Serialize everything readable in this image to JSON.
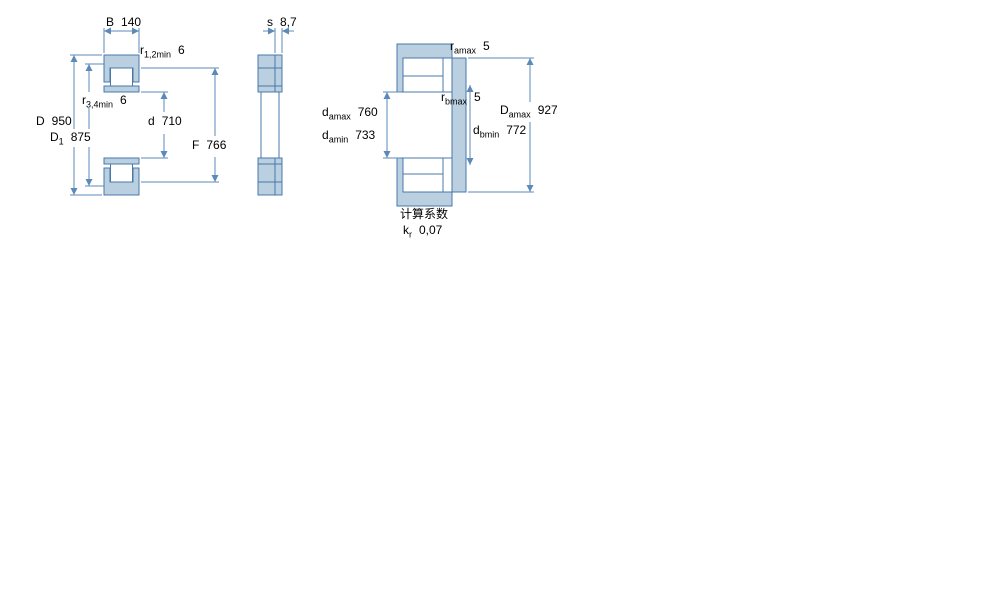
{
  "colors": {
    "background": "#ffffff",
    "ring_fill": "#bad0e0",
    "part_fill": "#ffffff",
    "outline": "#4878a8",
    "dim_line": "#5b8ab8",
    "text": "#000000"
  },
  "main_view": {
    "dims": {
      "B": {
        "base": "B",
        "sub": "",
        "value": "140"
      },
      "r12": {
        "base": "r",
        "sub": "1,2min",
        "value": "6"
      },
      "r34": {
        "base": "r",
        "sub": "3,4min",
        "value": "6"
      },
      "D": {
        "base": "D",
        "sub": "",
        "value": "950"
      },
      "D1": {
        "base": "D",
        "sub": "1",
        "value": "875"
      },
      "d": {
        "base": "d",
        "sub": "",
        "value": "710"
      },
      "F": {
        "base": "F",
        "sub": "",
        "value": "766"
      }
    }
  },
  "side_view": {
    "dims": {
      "s": {
        "base": "s",
        "sub": "",
        "value": "8,7"
      }
    }
  },
  "mounting_view": {
    "dims": {
      "ramax": {
        "base": "r",
        "sub": "amax",
        "value": "5"
      },
      "rbmax": {
        "base": "r",
        "sub": "bmax",
        "value": "5"
      },
      "damax": {
        "base": "d",
        "sub": "amax",
        "value": "760"
      },
      "damin": {
        "base": "d",
        "sub": "amin",
        "value": "733"
      },
      "dbmin": {
        "base": "d",
        "sub": "bmin",
        "value": "772"
      },
      "Damax": {
        "base": "D",
        "sub": "amax",
        "value": "927"
      }
    }
  },
  "calculation_factors": {
    "heading": "计算系数",
    "kr": {
      "base": "k",
      "sub": "r",
      "value": "0,07"
    }
  }
}
